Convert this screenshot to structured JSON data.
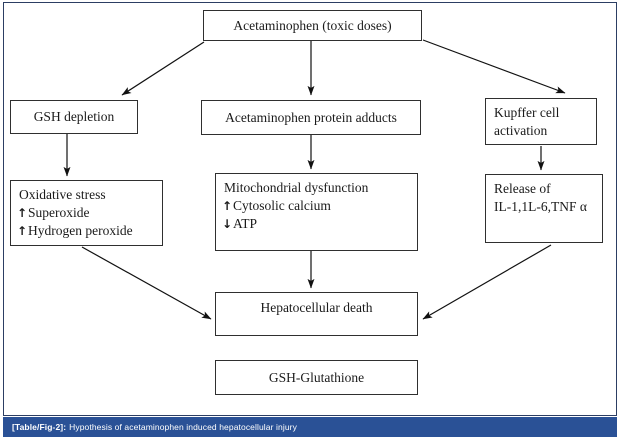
{
  "figure": {
    "caption_tag": "[Table/Fig-2]:",
    "caption_text": "Hypothesis of acetaminophen induced hepatocellular injury",
    "caption_bar_color": "#2a5196",
    "frame_border_color": "#2c3e63",
    "box_border_color": "#2f2f2f"
  },
  "nodes": {
    "acetaminophen_toxic": {
      "label": "Acetaminophen (toxic doses)"
    },
    "gsh_depletion": {
      "label": "GSH depletion"
    },
    "protein_adducts": {
      "label": "Acetaminophen protein adducts"
    },
    "kupffer_activation": {
      "label": "Kupffer cell\nactivation"
    },
    "oxidative_stress": {
      "title": "Oxidative stress",
      "item1_arrow": "↑",
      "item1": "Superoxide",
      "item2_arrow": "↑",
      "item2": "Hydrogen peroxide"
    },
    "mitochondrial_dysfunction": {
      "title": "Mitochondrial dysfunction",
      "item1_arrow": "↑",
      "item1": "Cytosolic calcium",
      "item2_arrow": "↓",
      "item2": "ATP"
    },
    "cytokine_release": {
      "line1": "Release of",
      "line2": "IL-1,1L-6,TNF α"
    },
    "hepatocellular_death": {
      "label": "Hepatocellular death"
    },
    "gsh_legend": {
      "label": "GSH-Glutathione"
    }
  },
  "edges": [
    {
      "name": "acetaminophen-to-gsh-depletion",
      "from": "acetaminophen_toxic",
      "to": "gsh_depletion"
    },
    {
      "name": "acetaminophen-to-protein-adducts",
      "from": "acetaminophen_toxic",
      "to": "protein_adducts"
    },
    {
      "name": "acetaminophen-to-kupffer",
      "from": "acetaminophen_toxic",
      "to": "kupffer_activation"
    },
    {
      "name": "gsh-depletion-to-oxidative-stress",
      "from": "gsh_depletion",
      "to": "oxidative_stress"
    },
    {
      "name": "protein-adducts-to-mitochondrial",
      "from": "protein_adducts",
      "to": "mitochondrial_dysfunction"
    },
    {
      "name": "kupffer-to-cytokine-release",
      "from": "kupffer_activation",
      "to": "cytokine_release"
    },
    {
      "name": "oxidative-stress-to-hepatocellular-death",
      "from": "oxidative_stress",
      "to": "hepatocellular_death"
    },
    {
      "name": "mitochondrial-to-hepatocellular-death",
      "from": "mitochondrial_dysfunction",
      "to": "hepatocellular_death"
    },
    {
      "name": "cytokine-release-to-hepatocellular-death",
      "from": "cytokine_release",
      "to": "hepatocellular_death"
    }
  ]
}
